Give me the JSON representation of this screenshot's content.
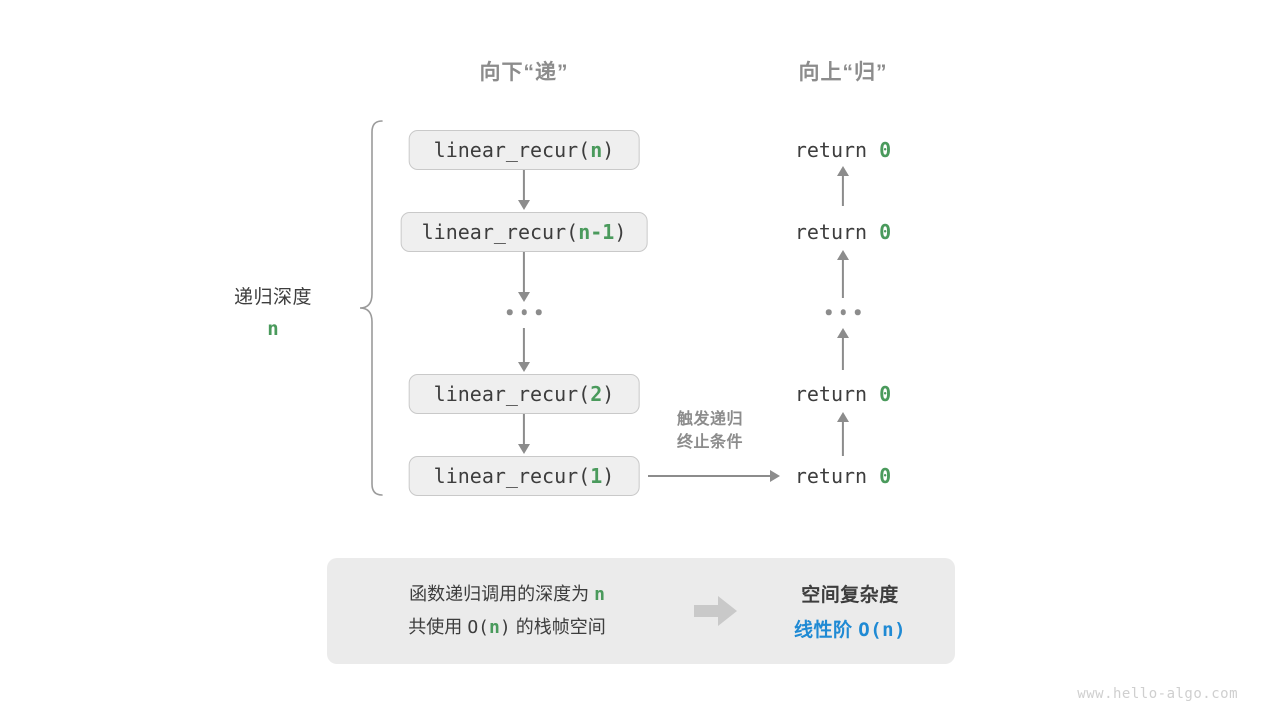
{
  "headers": {
    "down": "向下“递”",
    "up": "向上“归”"
  },
  "depth": {
    "label": "递归深度",
    "value": "n"
  },
  "call_stack": [
    {
      "prefix": "linear_recur(",
      "arg": "n",
      "suffix": ")"
    },
    {
      "prefix": "linear_recur(",
      "arg": "n-1",
      "suffix": ")"
    },
    {
      "ellipsis": "..."
    },
    {
      "prefix": "linear_recur(",
      "arg": "2",
      "suffix": ")"
    },
    {
      "prefix": "linear_recur(",
      "arg": "1",
      "suffix": ")"
    }
  ],
  "returns": [
    {
      "text": "return ",
      "value": "0"
    },
    {
      "text": "return ",
      "value": "0"
    },
    {
      "ellipsis": "..."
    },
    {
      "text": "return ",
      "value": "0"
    },
    {
      "text": "return ",
      "value": "0"
    }
  ],
  "terminate_note": {
    "line1": "触发递归",
    "line2": "终止条件"
  },
  "summary": {
    "left_line1_a": "函数递归调用的深度为 ",
    "left_line1_var": "n",
    "left_line2_a": "共使用 ",
    "left_line2_mono_a": "O(",
    "left_line2_var": "n",
    "left_line2_mono_b": ")",
    "left_line2_b": " 的栈帧空间",
    "arrow_icon": "right-arrow-icon",
    "right_title": "空间复杂度",
    "right_value_label": "线性阶 ",
    "right_value_mono": "O(n)"
  },
  "watermark": "www.hello-algo.com",
  "colors": {
    "accent_green": "#4a9a5c",
    "accent_blue": "#1f8ad4",
    "gray_line": "#8c8c8c",
    "box_fill": "#efefef",
    "panel_fill": "#ebebeb",
    "text": "#3d3d3d"
  }
}
